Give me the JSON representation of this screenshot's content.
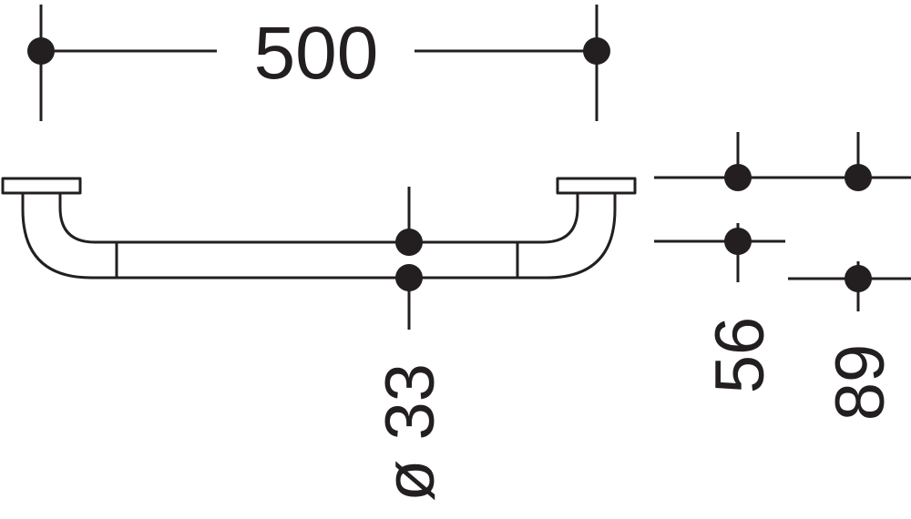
{
  "drawing": {
    "stroke_color": "#231f20",
    "background": "#ffffff",
    "dimensions": {
      "length": "500",
      "diameter": "ø 33",
      "projection": "56",
      "depth": "89"
    }
  }
}
